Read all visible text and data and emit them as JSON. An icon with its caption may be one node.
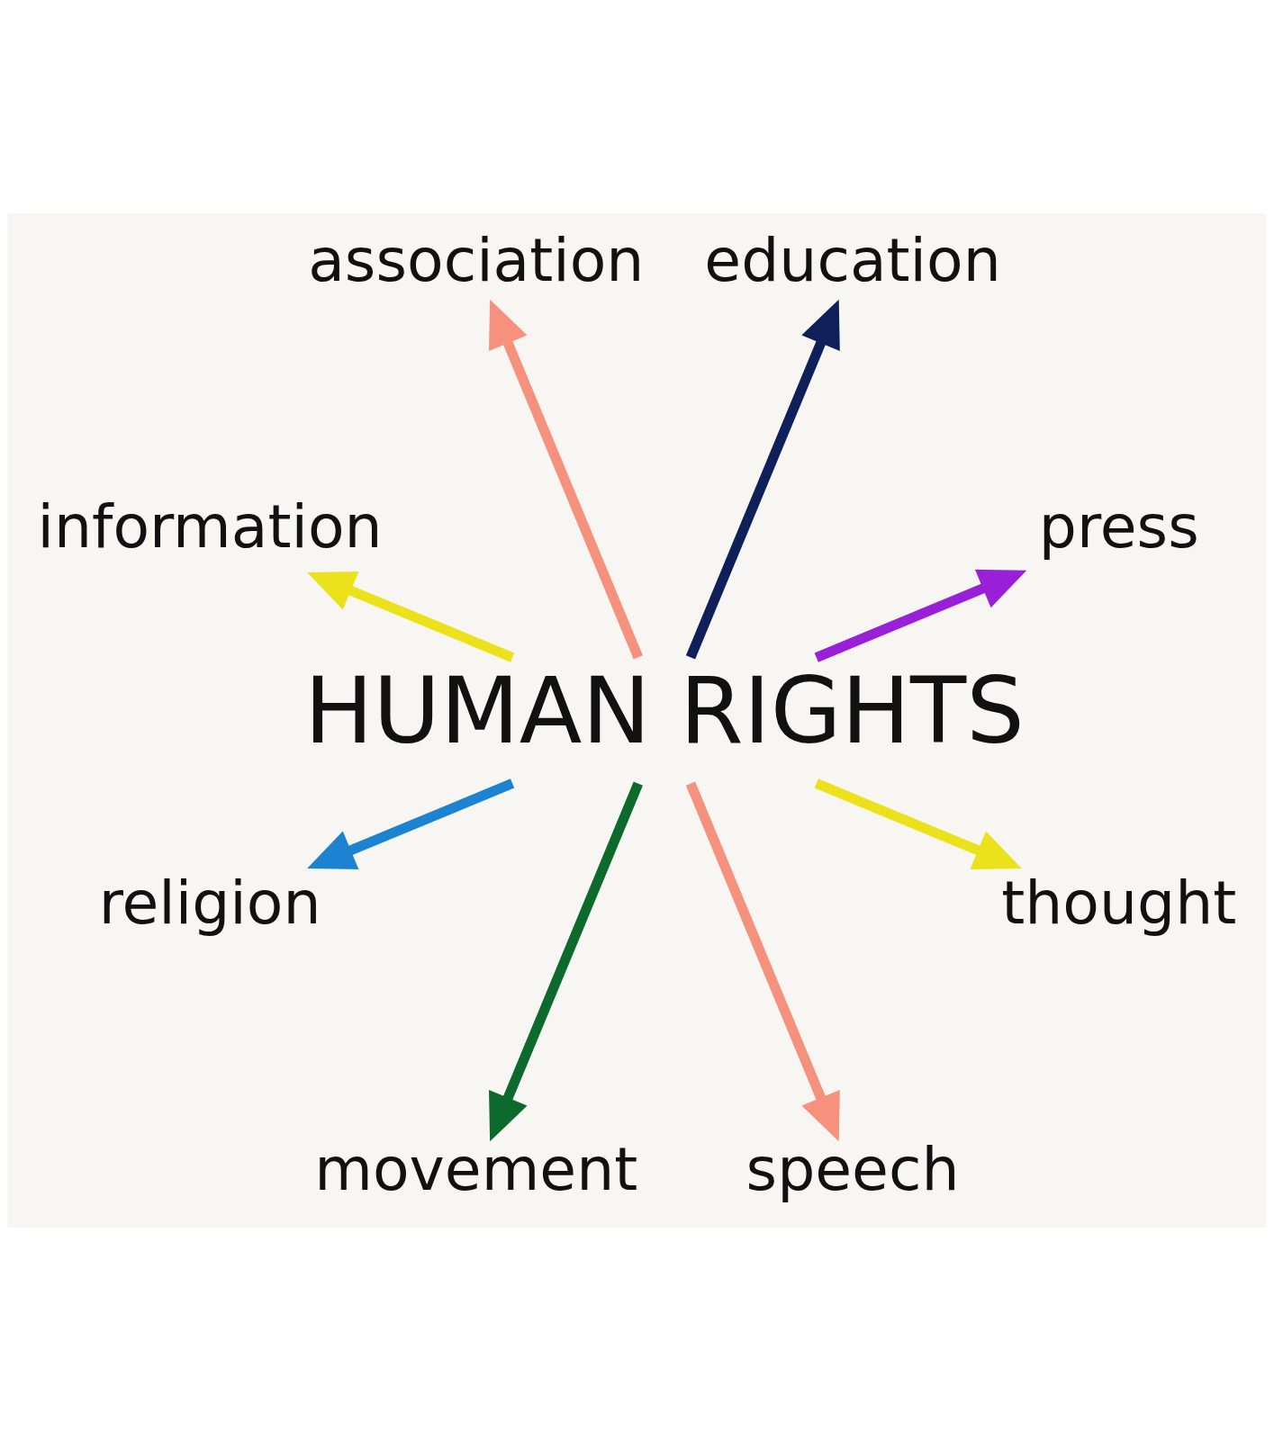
{
  "diagram": {
    "nodes": [
      {
        "text": [
          "HUMAN RIGHTS"
        ]
      },
      {
        "text": [
          "press"
        ]
      },
      {
        "text": [
          "education"
        ]
      },
      {
        "text": [
          "association"
        ]
      },
      {
        "text": [
          "information"
        ]
      },
      {
        "text": [
          "religion"
        ]
      },
      {
        "text": [
          "movement"
        ]
      },
      {
        "text": [
          "speech"
        ]
      },
      {
        "text": [
          "thought"
        ]
      }
    ],
    "edges": [
      {
        "from": 0,
        "to": 1,
        "arrow": "to",
        "color": "#9a1fd8"
      },
      {
        "from": 0,
        "to": 2,
        "arrow": "to",
        "color": "#0f1f5a"
      },
      {
        "from": 0,
        "to": 3,
        "arrow": "to",
        "color": "#f5917c"
      },
      {
        "from": 0,
        "to": 4,
        "arrow": "to",
        "color": "#ece21c"
      },
      {
        "from": 0,
        "to": 5,
        "arrow": "to",
        "color": "#1c82d2"
      },
      {
        "from": 0,
        "to": 6,
        "arrow": "to",
        "color": "#0b6a2c"
      },
      {
        "from": 0,
        "to": 7,
        "arrow": "to",
        "color": "#f5917c"
      },
      {
        "from": 0,
        "to": 8,
        "arrow": "to",
        "color": "#ece21c"
      }
    ]
  }
}
